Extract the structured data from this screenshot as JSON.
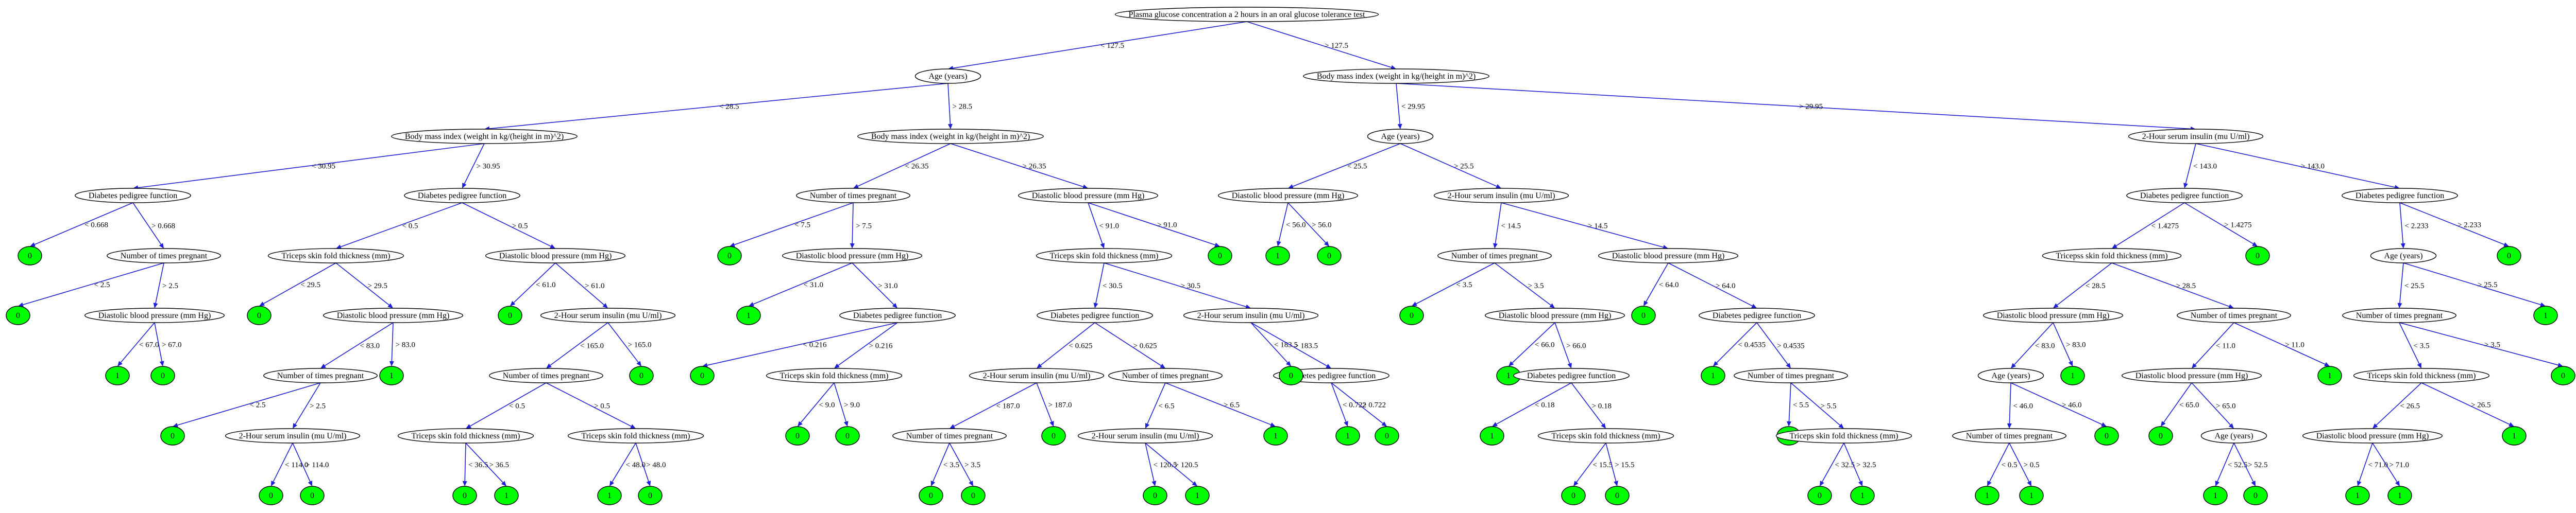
{
  "diagram": {
    "type": "decision-tree",
    "colors": {
      "edge": "#1f1fd6",
      "leaf_fill": "#00ff00",
      "node_fill": "#ffffff",
      "stroke": "#000000"
    },
    "nodes": [
      {
        "id": "n1",
        "label": "Plasma glucose concentration a 2 hours in an oral glucose tolerance test"
      },
      {
        "id": "n2",
        "label": "Age (years)"
      },
      {
        "id": "n3",
        "label": "Body mass index (weight in kg/(height in m)^2)"
      },
      {
        "id": "n4",
        "label": "Body mass index (weight in kg/(height in m)^2)"
      },
      {
        "id": "n5",
        "label": "Body mass index (weight in kg/(height in m)^2)"
      },
      {
        "id": "n6",
        "label": "Diabetes pedigree function"
      },
      {
        "id": "n7",
        "label": "Diabetes pedigree function"
      },
      {
        "id": "n8",
        "label": "0",
        "leaf": true
      },
      {
        "id": "n9",
        "label": "Number of times pregnant"
      },
      {
        "id": "n10",
        "label": "0",
        "leaf": true
      },
      {
        "id": "n11",
        "label": "Diastolic blood pressure (mm Hg)"
      },
      {
        "id": "n12",
        "label": "1",
        "leaf": true
      },
      {
        "id": "n13",
        "label": "0",
        "leaf": true
      },
      {
        "id": "n14",
        "label": "Triceps skin fold thickness (mm)"
      },
      {
        "id": "n15",
        "label": "Diastolic blood pressure (mm Hg)"
      },
      {
        "id": "n16",
        "label": "0",
        "leaf": true
      },
      {
        "id": "n17",
        "label": "Diastolic blood pressure (mm Hg)"
      },
      {
        "id": "n18",
        "label": "Number of times pregnant"
      },
      {
        "id": "n19",
        "label": "1",
        "leaf": true
      },
      {
        "id": "n20",
        "label": "0",
        "leaf": true
      },
      {
        "id": "n21",
        "label": "2-Hour serum insulin (mu U/ml)"
      },
      {
        "id": "n22",
        "label": "0",
        "leaf": true
      },
      {
        "id": "n23",
        "label": "0",
        "leaf": true
      },
      {
        "id": "n24",
        "label": "0",
        "leaf": true
      },
      {
        "id": "n25",
        "label": "2-Hour serum insulin (mu U/ml)"
      },
      {
        "id": "n26",
        "label": "Number of times pregnant"
      },
      {
        "id": "n27",
        "label": "0",
        "leaf": true
      },
      {
        "id": "n28",
        "label": "Triceps skin fold thickness (mm)"
      },
      {
        "id": "n29",
        "label": "Triceps skin fold thickness (mm)"
      },
      {
        "id": "n30",
        "label": "0",
        "leaf": true
      },
      {
        "id": "n31",
        "label": "1",
        "leaf": true
      },
      {
        "id": "n32",
        "label": "1",
        "leaf": true
      },
      {
        "id": "n33",
        "label": "0",
        "leaf": true
      },
      {
        "id": "n34",
        "label": "Number of times pregnant"
      },
      {
        "id": "n35",
        "label": "Diastolic blood pressure (mm Hg)"
      },
      {
        "id": "n36",
        "label": "0",
        "leaf": true
      },
      {
        "id": "n37",
        "label": "Diastolic blood pressure (mm Hg)"
      },
      {
        "id": "n38",
        "label": "1",
        "leaf": true
      },
      {
        "id": "n39",
        "label": "Diabetes pedigree function"
      },
      {
        "id": "n40",
        "label": "0",
        "leaf": true
      },
      {
        "id": "n41",
        "label": "Triceps skin fold thickness (mm)"
      },
      {
        "id": "n42",
        "label": "0",
        "leaf": true
      },
      {
        "id": "n43",
        "label": "0",
        "leaf": true
      },
      {
        "id": "n44",
        "label": "Triceps skin fold thickness (mm)"
      },
      {
        "id": "n45",
        "label": "0",
        "leaf": true
      },
      {
        "id": "n46",
        "label": "Diabetes pedigree function"
      },
      {
        "id": "n47",
        "label": "2-Hour serum insulin (mu U/ml)"
      },
      {
        "id": "n48",
        "label": "2-Hour serum insulin (mu U/ml)"
      },
      {
        "id": "n49",
        "label": "Number of times pregnant"
      },
      {
        "id": "n50",
        "label": "0",
        "leaf": true
      },
      {
        "id": "n51",
        "label": "Diabetes pedigree function"
      },
      {
        "id": "n52",
        "label": "Number of times pregnant"
      },
      {
        "id": "n53",
        "label": "0",
        "leaf": true
      },
      {
        "id": "n54",
        "label": "0",
        "leaf": true
      },
      {
        "id": "n55",
        "label": "0",
        "leaf": true
      },
      {
        "id": "n56",
        "label": "2-Hour serum insulin (mu U/ml)"
      },
      {
        "id": "n57",
        "label": "1",
        "leaf": true
      },
      {
        "id": "n58",
        "label": "0",
        "leaf": true
      },
      {
        "id": "n59",
        "label": "1",
        "leaf": true
      },
      {
        "id": "n60",
        "label": "1",
        "leaf": true
      },
      {
        "id": "n61",
        "label": "0",
        "leaf": true
      },
      {
        "id": "n62",
        "label": "Age (years)"
      },
      {
        "id": "n63",
        "label": "2-Hour serum insulin (mu U/ml)"
      },
      {
        "id": "n64",
        "label": "Diastolic blood pressure (mm Hg)"
      },
      {
        "id": "n65",
        "label": "1",
        "leaf": true
      },
      {
        "id": "n66",
        "label": "0",
        "leaf": true
      },
      {
        "id": "n67",
        "label": "Number of times pregnant"
      },
      {
        "id": "n68",
        "label": "Diastolic blood pressure (mm Hg)"
      },
      {
        "id": "n69",
        "label": "0",
        "leaf": true
      },
      {
        "id": "n70",
        "label": "Diastolic blood pressure (mm Hg)"
      },
      {
        "id": "n71",
        "label": "0",
        "leaf": true
      },
      {
        "id": "n72",
        "label": "Diabetes pedigree function"
      },
      {
        "id": "n73",
        "label": "1",
        "leaf": true
      },
      {
        "id": "n74",
        "label": "Diabetes pedigree function"
      },
      {
        "id": "n75",
        "label": "1",
        "leaf": true
      },
      {
        "id": "n76",
        "label": "Number of times pregnant"
      },
      {
        "id": "n77",
        "label": "1",
        "leaf": true
      },
      {
        "id": "n78",
        "label": "Triceps skin fold thickness (mm)"
      },
      {
        "id": "n79",
        "label": "1",
        "leaf": true
      },
      {
        "id": "n80",
        "label": "Triceps skin fold thickness (mm)"
      },
      {
        "id": "n81",
        "label": "0",
        "leaf": true
      },
      {
        "id": "n82",
        "label": "0",
        "leaf": true
      },
      {
        "id": "n83",
        "label": "0",
        "leaf": true
      },
      {
        "id": "n84",
        "label": "1",
        "leaf": true
      },
      {
        "id": "n85",
        "label": "2-Hour serum insulin (mu U/ml)"
      },
      {
        "id": "n86",
        "label": "Diabetes pedigree function"
      },
      {
        "id": "n87",
        "label": "Diabetes pedigree function"
      },
      {
        "id": "n88",
        "label": "Tricepss skin fold thickness (mm)"
      },
      {
        "id": "n89",
        "label": "0",
        "leaf": true
      },
      {
        "id": "n90",
        "label": "Age (years)"
      },
      {
        "id": "n91",
        "label": "0",
        "leaf": true
      },
      {
        "id": "n92",
        "label": "Diastolic blood pressure (mm Hg)"
      },
      {
        "id": "n93",
        "label": "Number of times pregnant"
      },
      {
        "id": "n94",
        "label": "Number of times pregnant"
      },
      {
        "id": "n95",
        "label": "1",
        "leaf": true
      },
      {
        "id": "n96",
        "label": "Age (years)"
      },
      {
        "id": "n97",
        "label": "1",
        "leaf": true
      },
      {
        "id": "n98",
        "label": "Diastolic blood pressure (mm Hg)"
      },
      {
        "id": "n99",
        "label": "1",
        "leaf": true
      },
      {
        "id": "n100",
        "label": "Triceps skin fold thickness (mm)"
      },
      {
        "id": "n101",
        "label": "0",
        "leaf": true
      },
      {
        "id": "n102",
        "label": "Number of times pregnant"
      },
      {
        "id": "n103",
        "label": "0",
        "leaf": true
      },
      {
        "id": "n104",
        "label": "0",
        "leaf": true
      },
      {
        "id": "n105",
        "label": "Age (years)"
      },
      {
        "id": "n106",
        "label": "Diastolic blood pressure (mm Hg)"
      },
      {
        "id": "n107",
        "label": "1",
        "leaf": true
      },
      {
        "id": "n108",
        "label": "1",
        "leaf": true
      },
      {
        "id": "n109",
        "label": "1",
        "leaf": true
      },
      {
        "id": "n110",
        "label": "1",
        "leaf": true
      },
      {
        "id": "n111",
        "label": "0",
        "leaf": true
      },
      {
        "id": "n112",
        "label": "1",
        "leaf": true
      },
      {
        "id": "n113",
        "label": "1",
        "leaf": true
      }
    ],
    "edges": [
      {
        "from": "n1",
        "to": "n2",
        "label": "< 127.5"
      },
      {
        "from": "n1",
        "to": "n3",
        "label": "> 127.5"
      },
      {
        "from": "n2",
        "to": "n4",
        "label": "< 28.5"
      },
      {
        "from": "n2",
        "to": "n5",
        "label": "> 28.5"
      },
      {
        "from": "n4",
        "to": "n6",
        "label": "< 30.95"
      },
      {
        "from": "n4",
        "to": "n7",
        "label": "> 30.95"
      },
      {
        "from": "n6",
        "to": "n8",
        "label": "< 0.668"
      },
      {
        "from": "n6",
        "to": "n9",
        "label": "> 0.668"
      },
      {
        "from": "n9",
        "to": "n10",
        "label": "< 2.5"
      },
      {
        "from": "n9",
        "to": "n11",
        "label": "> 2.5"
      },
      {
        "from": "n11",
        "to": "n12",
        "label": "< 67.0"
      },
      {
        "from": "n11",
        "to": "n13",
        "label": "> 67.0"
      },
      {
        "from": "n7",
        "to": "n14",
        "label": "< 0.5"
      },
      {
        "from": "n7",
        "to": "n17",
        "label": "> 0.5"
      },
      {
        "from": "n14",
        "to": "n16",
        "label": "< 29.5"
      },
      {
        "from": "n14",
        "to": "n15",
        "label": "> 29.5"
      },
      {
        "from": "n15",
        "to": "n18",
        "label": "< 83.0"
      },
      {
        "from": "n15",
        "to": "n19",
        "label": "> 83.0"
      },
      {
        "from": "n18",
        "to": "n20",
        "label": "< 2.5"
      },
      {
        "from": "n18",
        "to": "n21",
        "label": "> 2.5"
      },
      {
        "from": "n21",
        "to": "n22",
        "label": "< 114.0"
      },
      {
        "from": "n21",
        "to": "n23",
        "label": "> 114.0"
      },
      {
        "from": "n17",
        "to": "n24",
        "label": "< 61.0"
      },
      {
        "from": "n17",
        "to": "n25",
        "label": "> 61.0"
      },
      {
        "from": "n25",
        "to": "n26",
        "label": "< 165.0"
      },
      {
        "from": "n25",
        "to": "n27",
        "label": "> 165.0"
      },
      {
        "from": "n26",
        "to": "n28",
        "label": "< 0.5"
      },
      {
        "from": "n26",
        "to": "n29",
        "label": "> 0.5"
      },
      {
        "from": "n28",
        "to": "n30",
        "label": "< 36.5"
      },
      {
        "from": "n28",
        "to": "n31",
        "label": "> 36.5"
      },
      {
        "from": "n29",
        "to": "n32",
        "label": "< 48.0"
      },
      {
        "from": "n29",
        "to": "n33",
        "label": "> 48.0"
      },
      {
        "from": "n5",
        "to": "n34",
        "label": "< 26.35"
      },
      {
        "from": "n5",
        "to": "n35",
        "label": "> 26.35"
      },
      {
        "from": "n34",
        "to": "n36",
        "label": "< 7.5"
      },
      {
        "from": "n34",
        "to": "n37",
        "label": "> 7.5"
      },
      {
        "from": "n37",
        "to": "n38",
        "label": "< 31.0"
      },
      {
        "from": "n37",
        "to": "n39",
        "label": "> 31.0"
      },
      {
        "from": "n39",
        "to": "n40",
        "label": "< 0.216"
      },
      {
        "from": "n39",
        "to": "n41",
        "label": "> 0.216"
      },
      {
        "from": "n41",
        "to": "n42",
        "label": "< 9.0"
      },
      {
        "from": "n41",
        "to": "n43",
        "label": "> 9.0"
      },
      {
        "from": "n35",
        "to": "n44",
        "label": "< 91.0"
      },
      {
        "from": "n35",
        "to": "n45",
        "label": "> 91.0"
      },
      {
        "from": "n44",
        "to": "n46",
        "label": "< 30.5"
      },
      {
        "from": "n44",
        "to": "n48",
        "label": "> 30.5"
      },
      {
        "from": "n46",
        "to": "n47",
        "label": "< 0.625"
      },
      {
        "from": "n46",
        "to": "n52",
        "label": "> 0.625"
      },
      {
        "from": "n47",
        "to": "n49",
        "label": "< 187.0"
      },
      {
        "from": "n47",
        "to": "n50",
        "label": "> 187.0"
      },
      {
        "from": "n49",
        "to": "n53",
        "label": "< 3.5"
      },
      {
        "from": "n49",
        "to": "n54",
        "label": "> 3.5"
      },
      {
        "from": "n52",
        "to": "n56",
        "label": "< 6.5"
      },
      {
        "from": "n52",
        "to": "n57",
        "label": "> 6.5"
      },
      {
        "from": "n56",
        "to": "n58",
        "label": "< 120.5"
      },
      {
        "from": "n56",
        "to": "n59",
        "label": "> 120.5"
      },
      {
        "from": "n48",
        "to": "n55",
        "label": "< 183.5"
      },
      {
        "from": "n48",
        "to": "n51",
        "label": "> 183.5"
      },
      {
        "from": "n51",
        "to": "n60",
        "label": "< 0.722"
      },
      {
        "from": "n51",
        "to": "n61",
        "label": "> 0.722"
      },
      {
        "from": "n3",
        "to": "n62",
        "label": "< 29.95"
      },
      {
        "from": "n3",
        "to": "n85",
        "label": "> 29.95"
      },
      {
        "from": "n62",
        "to": "n64",
        "label": "< 25.5"
      },
      {
        "from": "n62",
        "to": "n63",
        "label": "> 25.5"
      },
      {
        "from": "n64",
        "to": "n65",
        "label": "< 56.0"
      },
      {
        "from": "n64",
        "to": "n66",
        "label": "> 56.0"
      },
      {
        "from": "n63",
        "to": "n67",
        "label": "< 14.5"
      },
      {
        "from": "n63",
        "to": "n70",
        "label": "> 14.5"
      },
      {
        "from": "n67",
        "to": "n69",
        "label": "< 3.5"
      },
      {
        "from": "n67",
        "to": "n68",
        "label": "> 3.5"
      },
      {
        "from": "n68",
        "to": "n73",
        "label": "< 66.0"
      },
      {
        "from": "n68",
        "to": "n74",
        "label": "> 66.0"
      },
      {
        "from": "n74",
        "to": "n75",
        "label": "< 0.18"
      },
      {
        "from": "n74",
        "to": "n78",
        "label": "> 0.18"
      },
      {
        "from": "n78",
        "to": "n81",
        "label": "< 15.5"
      },
      {
        "from": "n78",
        "to": "n82",
        "label": "> 15.5"
      },
      {
        "from": "n70",
        "to": "n71",
        "label": "< 64.0"
      },
      {
        "from": "n70",
        "to": "n72",
        "label": "> 64.0"
      },
      {
        "from": "n72",
        "to": "n79",
        "label": "< 0.4535"
      },
      {
        "from": "n72",
        "to": "n76",
        "label": "> 0.4535"
      },
      {
        "from": "n76",
        "to": "n77",
        "label": "< 5.5"
      },
      {
        "from": "n76",
        "to": "n80",
        "label": "> 5.5"
      },
      {
        "from": "n80",
        "to": "n83",
        "label": "< 32.5"
      },
      {
        "from": "n80",
        "to": "n84",
        "label": "> 32.5"
      },
      {
        "from": "n85",
        "to": "n86",
        "label": "< 143.0"
      },
      {
        "from": "n85",
        "to": "n87",
        "label": "> 143.0"
      },
      {
        "from": "n86",
        "to": "n88",
        "label": "< 1.4275"
      },
      {
        "from": "n86",
        "to": "n89",
        "label": "> 1.4275"
      },
      {
        "from": "n88",
        "to": "n92",
        "label": "< 28.5"
      },
      {
        "from": "n88",
        "to": "n93",
        "label": "> 28.5"
      },
      {
        "from": "n92",
        "to": "n96",
        "label": "< 83.0"
      },
      {
        "from": "n92",
        "to": "n97",
        "label": "> 83.0"
      },
      {
        "from": "n96",
        "to": "n102",
        "label": "< 46.0"
      },
      {
        "from": "n96",
        "to": "n103",
        "label": "> 46.0"
      },
      {
        "from": "n102",
        "to": "n108",
        "label": "< 0.5"
      },
      {
        "from": "n102",
        "to": "n109",
        "label": "> 0.5"
      },
      {
        "from": "n93",
        "to": "n98",
        "label": "< 11.0"
      },
      {
        "from": "n93",
        "to": "n99",
        "label": "> 11.0"
      },
      {
        "from": "n98",
        "to": "n104",
        "label": "< 65.0"
      },
      {
        "from": "n98",
        "to": "n105",
        "label": "> 65.0"
      },
      {
        "from": "n105",
        "to": "n110",
        "label": "< 52.5"
      },
      {
        "from": "n105",
        "to": "n111",
        "label": "> 52.5"
      },
      {
        "from": "n87",
        "to": "n90",
        "label": "< 2.233"
      },
      {
        "from": "n87",
        "to": "n91",
        "label": "> 2.233"
      },
      {
        "from": "n90",
        "to": "n94",
        "label": "< 25.5"
      },
      {
        "from": "n90",
        "to": "n95",
        "label": "> 25.5"
      },
      {
        "from": "n94",
        "to": "n100",
        "label": "< 3.5"
      },
      {
        "from": "n94",
        "to": "n101",
        "label": "> 3.5"
      },
      {
        "from": "n100",
        "to": "n106",
        "label": "< 26.5"
      },
      {
        "from": "n100",
        "to": "n107",
        "label": "> 26.5"
      },
      {
        "from": "n106",
        "to": "n112",
        "label": "< 71.0"
      },
      {
        "from": "n106",
        "to": "n113",
        "label": "> 71.0"
      }
    ]
  }
}
